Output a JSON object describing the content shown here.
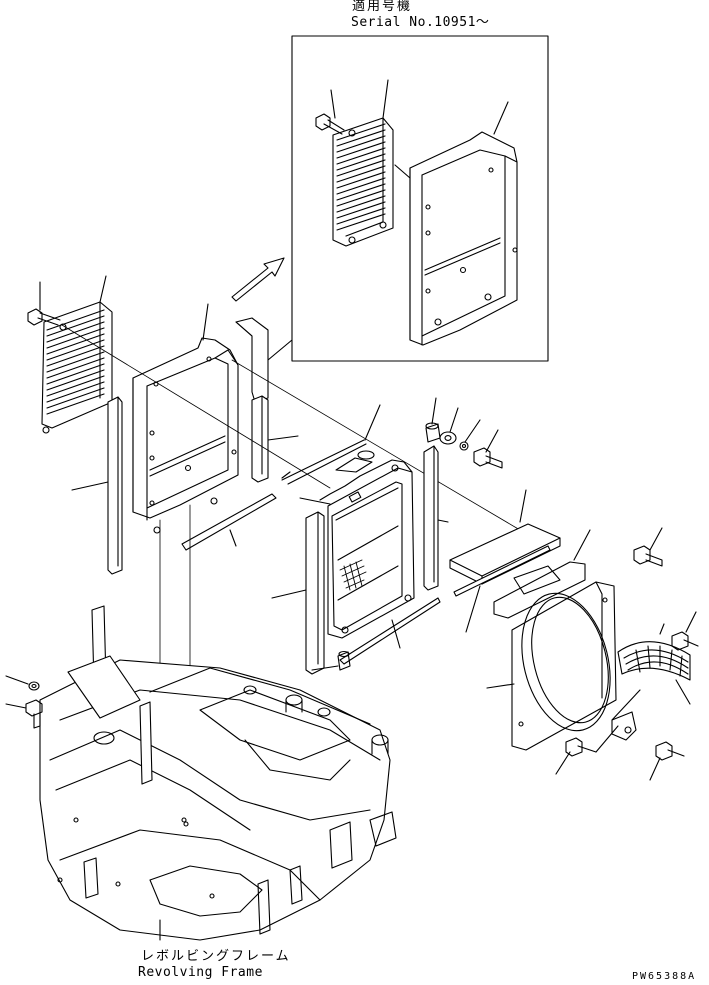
{
  "inset": {
    "applicability_label": "適用号機",
    "serial_label": "Serial No.10951～"
  },
  "frame": {
    "label_jp": "レボルビングフレーム",
    "label_en": "Revolving Frame"
  },
  "drawing_code": "PW65388A",
  "colors": {
    "line": "#000000",
    "background": "#ffffff"
  }
}
